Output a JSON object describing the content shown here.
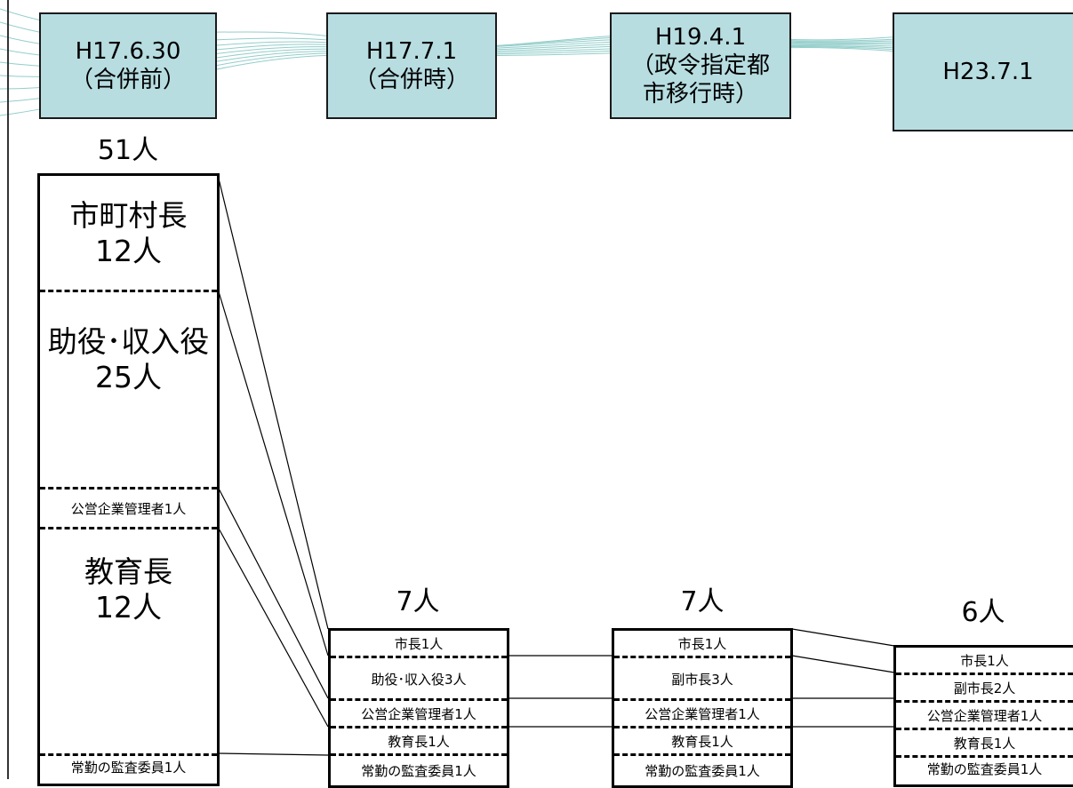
{
  "dates": [
    {
      "label": "H17.6.30\n（合併前）"
    },
    {
      "label": "H17.7.1\n（合併時）"
    },
    {
      "label": "H19.4.1\n（政令指定都\n市移行時）"
    },
    {
      "label": "H23.7.1"
    }
  ],
  "totals": [
    "51人",
    "7人",
    "7人",
    "6人"
  ],
  "columns": [
    {
      "segments": [
        {
          "label": "市町村長\n12人"
        },
        {
          "label": "助役･収入役\n25人"
        },
        {
          "label": "公営企業管理者1人"
        },
        {
          "label": "教育長\n12人"
        },
        {
          "label": "常勤の監査委員1人"
        }
      ]
    },
    {
      "segments": [
        {
          "label": "市長1人"
        },
        {
          "label": "助役･収入役3人"
        },
        {
          "label": "公営企業管理者1人"
        },
        {
          "label": "教育長1人"
        },
        {
          "label": "常勤の監査委員1人"
        }
      ]
    },
    {
      "segments": [
        {
          "label": "市長1人"
        },
        {
          "label": "副市長3人"
        },
        {
          "label": "公営企業管理者1人"
        },
        {
          "label": "教育長1人"
        },
        {
          "label": "常勤の監査委員1人"
        }
      ]
    },
    {
      "segments": [
        {
          "label": "市長1人"
        },
        {
          "label": "副市長2人"
        },
        {
          "label": "公営企業管理者1人"
        },
        {
          "label": "教育長1人"
        },
        {
          "label": "常勤の監査委員1人"
        }
      ]
    }
  ]
}
